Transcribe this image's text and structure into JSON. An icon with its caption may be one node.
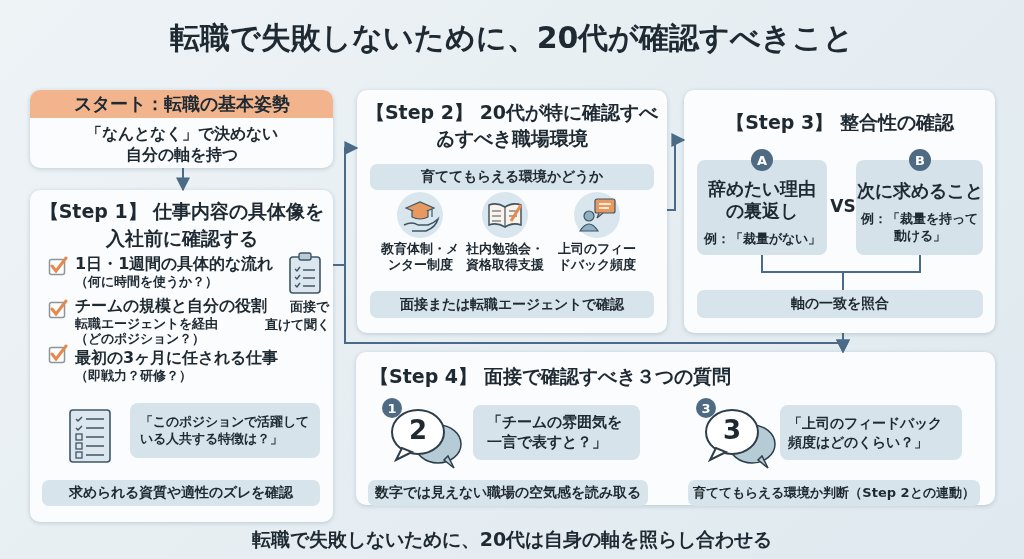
{
  "diagram": {
    "title": "転職で失敗しないために、20代が確認すべきこと",
    "caption": "転職で失敗しないために、20代は自身の軸を照らし合わせる",
    "nodes": [
      {
        "text": [
          "スタート：転職の基本姿勢",
          "「なんとなく」で決めない自分の軸を持つ"
        ]
      },
      {
        "text": [
          "【Step 1】 仕事内容の具体像を入社前に確認する",
          "1日・1週間の具体的な流れ",
          "（何に時間を使うか？）",
          "チームの規模と自分の役割",
          "転職エージェントを経由",
          "（どのポジション？）",
          "面接で",
          "直けて聞く",
          "最初の3ヶ月に任される仕事",
          "（即戦力？研修？）"
        ]
      },
      {
        "text": [
          "「このポジションで活躍している人共する特徴は？」"
        ],
        "in": 1
      },
      {
        "text": [
          "求められる資質や適性のズレを確認"
        ],
        "in": 1
      },
      {
        "text": [
          "【Step 2】 20代が特に確認すべゐすべき職場環境",
          "教育体制・メンター制度",
          "社内勉強会・資格取得支援",
          "上司のフィードバック頻度"
        ]
      },
      {
        "text": [
          "育ててもらえる環境かどうか"
        ],
        "in": 4
      },
      {
        "text": [
          "面接または転職エージェントで確認"
        ],
        "in": 4
      },
      {
        "text": [
          "【Step 3】 整合性の確認",
          "VS"
        ]
      },
      {
        "text": [
          "A"
        ],
        "in": 7
      },
      {
        "text": [
          "辞めたい理由の裏返し",
          "例：「裁量がない」"
        ],
        "in": 7
      },
      {
        "text": [
          "B"
        ],
        "in": 7
      },
      {
        "text": [
          "次に求めること",
          "例：「裁量を持って動ける」"
        ],
        "in": 7
      },
      {
        "text": [
          "軸の一致を照合"
        ],
        "in": 7
      },
      {
        "text": [
          "【Step 4】 面接で確認すべき３つの質問"
        ]
      },
      {
        "text": [
          "1"
        ],
        "in": 13
      },
      {
        "text": [
          "2"
        ],
        "in": 13
      },
      {
        "text": [
          "「チームの雰囲気を一言で表すと？」"
        ],
        "in": 13
      },
      {
        "text": [
          "数字では見えない職場の空気感を読み取る"
        ],
        "in": 13
      },
      {
        "text": [
          "3"
        ],
        "in": 13
      },
      {
        "text": [
          "3"
        ],
        "in": 13
      },
      {
        "text": [
          "「上司のフィードバック頻度はどのくらい？」"
        ],
        "in": 13
      },
      {
        "text": [
          "育ててもらえる環境か判断（Step 2との連動）"
        ],
        "in": 13
      }
    ],
    "edges": [
      {
        "from": 0,
        "to": 1,
        "arrow": "to"
      },
      {
        "from": 1,
        "to": 4,
        "arrow": "to"
      },
      {
        "from": 4,
        "to": 7,
        "arrow": "to"
      },
      {
        "from": 7,
        "to": 13,
        "arrow": "to"
      },
      {
        "from": 1,
        "to": 13,
        "arrow": "to"
      },
      {
        "from": 9,
        "to": 12,
        "arrow": "none"
      },
      {
        "from": 11,
        "to": 12,
        "arrow": "none"
      }
    ]
  }
}
